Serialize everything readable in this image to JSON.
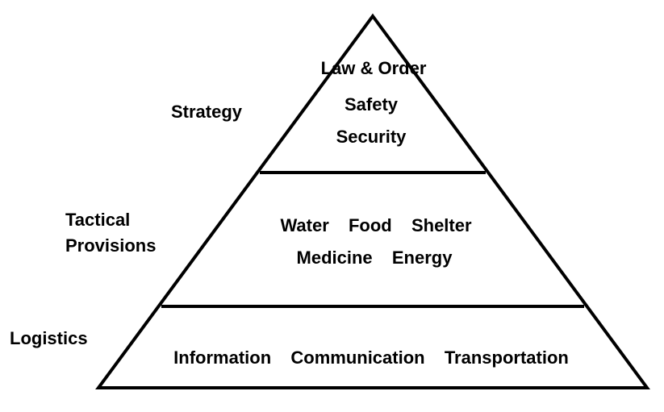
{
  "side_labels": {
    "strategy": "Strategy",
    "tactical_line1": "Tactical",
    "tactical_line2": "Provisions",
    "logistics": "Logistics"
  },
  "tiers": {
    "top": {
      "line1": "Law & Order",
      "line2": "Safety",
      "line3": "Security"
    },
    "middle": {
      "line1": "Water  Food  Shelter",
      "line2": "Medicine  Energy"
    },
    "bottom": {
      "line1": "Information  Communication  Transportation"
    }
  },
  "colors": {
    "stroke": "#000000",
    "fill": "#ffffff",
    "text": "#000000"
  }
}
